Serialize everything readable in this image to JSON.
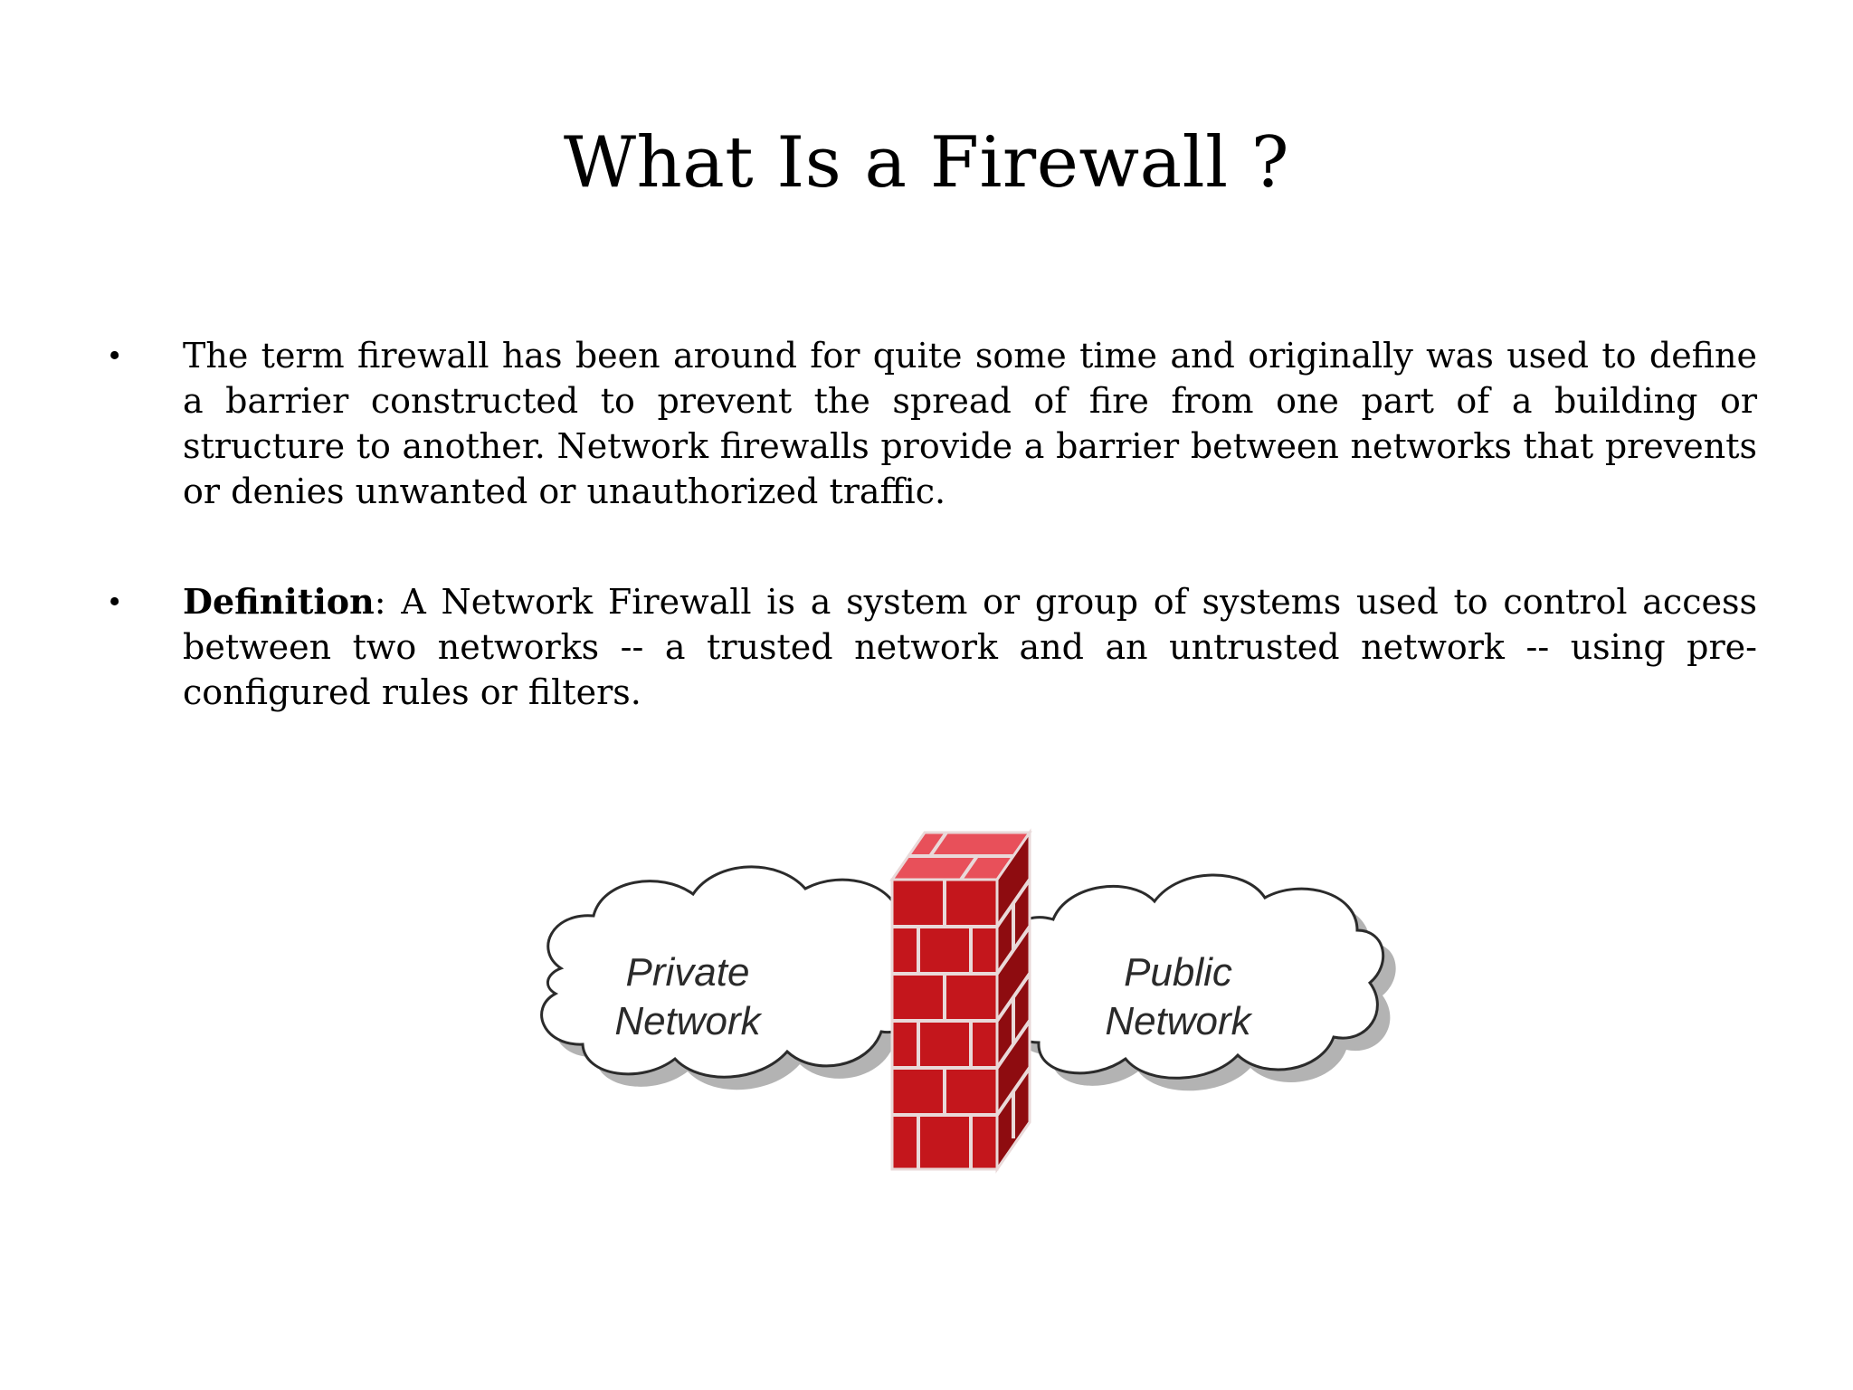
{
  "title": "What Is a Firewall ?",
  "bullets": [
    {
      "term": "",
      "separator": "",
      "text": "The term firewall has been around for quite some time and originally was used to define a barrier constructed to prevent the spread of fire from one part of a building or structure to another. Network firewalls provide a barrier between networks that prevents or denies unwanted or unauthorized traffic."
    },
    {
      "term": "Definition",
      "separator": ":  ",
      "text": "A Network Firewall is a system or group of systems used to control access between two networks -- a trusted network and an untrusted network -- using pre-configured rules or filters."
    }
  ],
  "diagram": {
    "left_cloud": {
      "line1": "Private",
      "line2": "Network"
    },
    "right_cloud": {
      "line1": "Public",
      "line2": "Network"
    },
    "colors": {
      "brick_front": "#c4161c",
      "brick_side": "#8e0c10",
      "brick_top": "#e8505a",
      "mortar": "#e9d9d9",
      "cloud_fill": "#ffffff",
      "cloud_stroke": "#2b2b2b",
      "cloud_shadow": "#9a9a9a"
    }
  }
}
